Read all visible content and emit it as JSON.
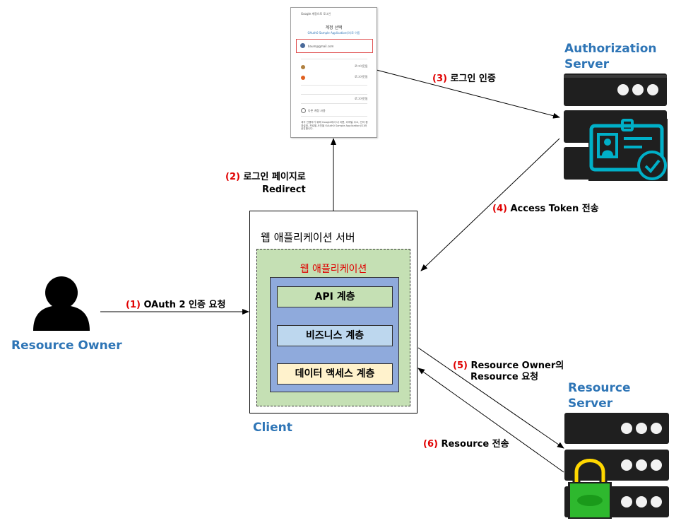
{
  "resource_owner": {
    "label": "Resource Owner"
  },
  "authorization_server": {
    "label_line1": "Authorization",
    "label_line2": "Server"
  },
  "resource_server": {
    "label_line1": "Resource",
    "label_line2": "Server"
  },
  "client": {
    "label": "Client",
    "server_title": "웹 애플리케이션 서버",
    "app_title": "웹 애플리케이션",
    "layers": [
      "API 계층",
      "비즈니스 계층",
      "데이터 액세스 계층"
    ]
  },
  "login_page": {
    "header": "Google 계정으로 로그인",
    "title": "계정 선택",
    "subtitle": "OAuth0 Sample Application(으)로 이동",
    "account_email": "baum@gmail.com",
    "logged_out": "로그아웃됨",
    "other_account": "다른 계정 사용",
    "notice": "계속 진행하기 위해 Google에서 내 이름, 이메일 주소, 언어 환경설정, 프로필 사진을 OAuth0 Sample Application(으)와 공유합니다."
  },
  "steps": [
    {
      "num": "(1)",
      "text": "OAuth 2 인증 요청"
    },
    {
      "num": "(2)",
      "text": "로그인 페이지로",
      "text2": "Redirect"
    },
    {
      "num": "(3)",
      "text": "로그인 인증"
    },
    {
      "num": "(4)",
      "text": "Access Token 전송"
    },
    {
      "num": "(5)",
      "text": "Resource Owner의",
      "text2": "Resource 요청"
    },
    {
      "num": "(6)",
      "text": "Resource 전송"
    }
  ],
  "colors": {
    "title_blue": "#2e75b6",
    "step_red": "#e00000",
    "app_green": "#c5e0b4",
    "layer_box_blue": "#8faadc",
    "api_green": "#c5e0b4",
    "business_blue": "#bdd7ee",
    "data_yellow": "#fff2cc",
    "server_dark": "#1f1f1f",
    "id_card_teal": "#00b0c8",
    "lock_green": "#2eb82e",
    "lock_yellow": "#ffd700"
  }
}
